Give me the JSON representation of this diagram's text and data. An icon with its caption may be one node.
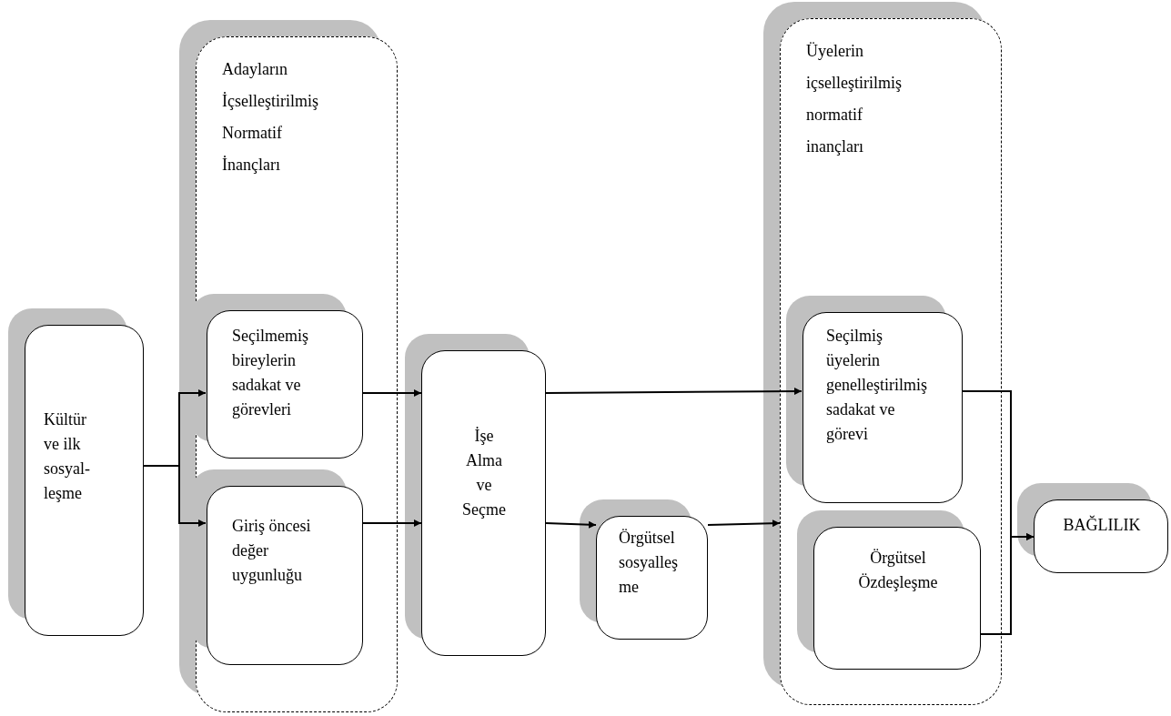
{
  "diagram": {
    "nodes": [
      {
        "text": [
          "Kültür ve ilk sosyal- leşme"
        ]
      },
      {
        "text": [
          "Adayların İçselleştirilmiş Normatif İnançları"
        ]
      },
      {
        "text": [
          "Seçilmemiş bireylerin sadakat ve görevleri"
        ],
        "in": 1
      },
      {
        "text": [
          "Giriş öncesi değer uygunluğu"
        ],
        "in": 1
      },
      {
        "text": [
          "İşe Alma ve Seçme"
        ]
      },
      {
        "text": [
          "Örgütsel sosyalleş me"
        ]
      },
      {
        "text": [
          "Üyelerin içselleştirilmiş normatif inançları"
        ]
      },
      {
        "text": [
          "Seçilmiş üyelerin genelleştirilmiş sadakat ve görevi"
        ],
        "in": 6
      },
      {
        "text": [
          "Örgütsel Özdeşleşme"
        ],
        "in": 6
      },
      {
        "text": [
          "BAĞLILIK"
        ]
      }
    ],
    "edges": [
      {
        "from": 0,
        "to": 2,
        "arrow": "to"
      },
      {
        "from": 0,
        "to": 3,
        "arrow": "to"
      },
      {
        "from": 2,
        "to": 4,
        "arrow": "to"
      },
      {
        "from": 3,
        "to": 4,
        "arrow": "to"
      },
      {
        "from": 4,
        "to": 7,
        "arrow": "to"
      },
      {
        "from": 4,
        "to": 5,
        "arrow": "to"
      },
      {
        "from": 5,
        "to": 6,
        "arrow": "to"
      },
      {
        "from": 7,
        "to": 9,
        "arrow": "to"
      },
      {
        "from": 8,
        "to": 9,
        "arrow": "to"
      }
    ]
  }
}
